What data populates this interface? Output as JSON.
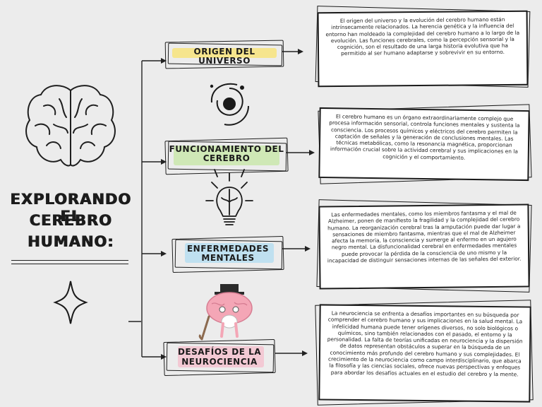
{
  "title": {
    "line1": "EXPLORANDO EL",
    "line2": "CEREBRO",
    "line3": "HUMANO:"
  },
  "topics": [
    {
      "label": "ORIGEN DEL UNIVERSO",
      "highlight": "#f6e58d",
      "description": "El origen del universo y la evolución del cerebro humano están intrínsecamente relacionados. La herencia genética y la influencia del entorno han moldeado la complejidad del cerebro humano a lo largo de la evolución. Las funciones cerebrales, como la percepción sensorial y la cognición, son el resultado de una larga historia evolutiva que ha permitido al ser humano adaptarse y sobrevivir en su entorno."
    },
    {
      "label_line1": "FUNCIONAMIENTO DEL",
      "label_line2": "CEREBRO",
      "highlight": "#cfe8b6",
      "description": "El cerebro humano es un órgano extraordinariamente complejo que procesa información sensorial, controla funciones mentales y sustenta la consciencia. Los procesos químicos y eléctricos del cerebro permiten la captación de señales y la generación de conclusiones mentales. Las técnicas metabólicas, como la resonancia magnética, proporcionan información crucial sobre la actividad cerebral y sus implicaciones en la cognición y el comportamiento."
    },
    {
      "label_line1": "ENFERMEDADES",
      "label_line2": "MENTALES",
      "highlight": "#bfe0f0",
      "description": "Las enfermedades mentales, como los miembros fantasma y el mal de Alzheimer, ponen de manifiesto la fragilidad y la complejidad del cerebro humano. La reorganización cerebral tras la amputación puede dar lugar a sensaciones de miembro fantasma, mientras que el mal de Alzheimer afecta la memoria, la consciencia y sumerge al enfermo en un agujero negro mental. La disfuncionalidad cerebral en enfermedades mentales puede provocar la pérdida de la consciencia de uno mismo y la incapacidad de distinguir sensaciones internas de las señales del exterior."
    },
    {
      "label_line1": "DESAFÍOS DE LA",
      "label_line2": "NEUROCIENCIA",
      "highlight": "#f3c9d4",
      "description": "La neurociencia se enfrenta a desafíos importantes en su búsqueda por comprender el cerebro humano y sus implicaciones en la salud mental. La infelicidad humana puede tener orígenes diversos, no solo biológicos o químicos, sino también relacionados con el pasado, el entorno y la personalidad. La falta de teorías unificadas en neurociencia y la dispersión de datos representan obstáculos a superar en la búsqueda de un conocimiento más profundo del cerebro humano y sus complejidades. El crecimiento de la neurociencia como campo interdisciplinario, que abarca la filosofía y las ciencias sociales, ofrece nuevas perspectivas y enfoques para abordar los desafíos actuales en el estudio del cerebro y la mente."
    }
  ],
  "icons": [
    "brain-icon",
    "galaxy-icon",
    "lightbulb-brain-icon",
    "elderly-brain-character-icon",
    "sparkle-icon"
  ]
}
